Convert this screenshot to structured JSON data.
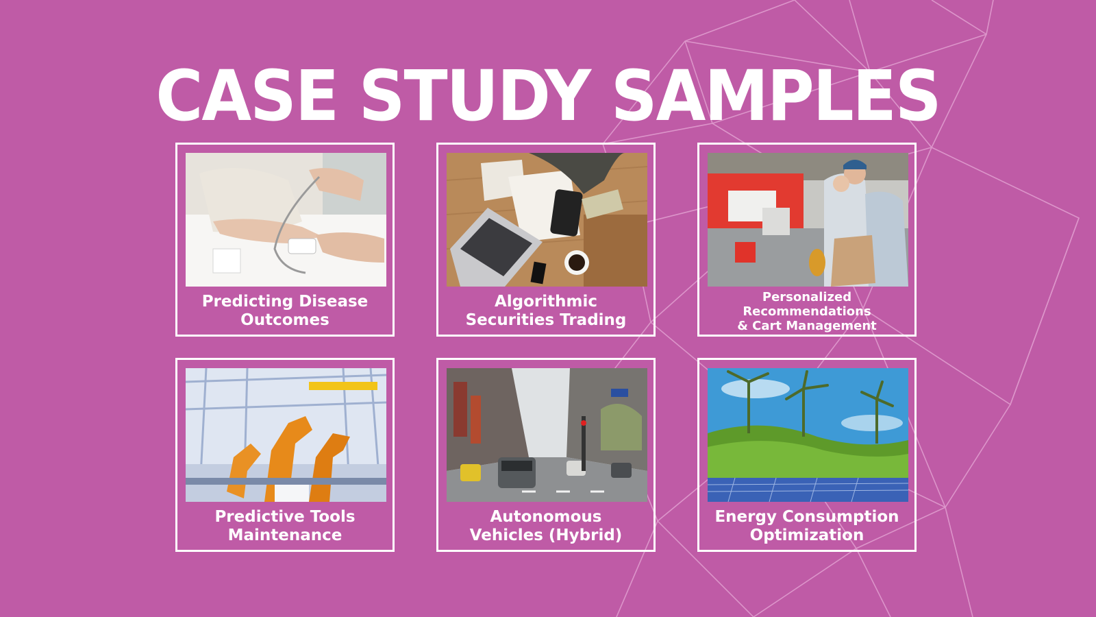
{
  "slide": {
    "title": "CASE STUDY SAMPLES",
    "background_color": "#bf5ba6",
    "cards": [
      {
        "line1": "Predicting Disease",
        "line2": "Outcomes",
        "line3": "",
        "image": "blood-pressure-check-photo"
      },
      {
        "line1": "Algorithmic",
        "line2": "Securities Trading",
        "line3": "",
        "image": "laptop-phone-money-desk-photo"
      },
      {
        "line1": "Personalized",
        "line2": "Recommendations",
        "line3": "& Cart Management",
        "image": "checkout-counter-shoppers-photo"
      },
      {
        "line1": "Predictive Tools",
        "line2": "Maintenance",
        "line3": "",
        "image": "robotic-assembly-line-photo"
      },
      {
        "line1": "Autonomous",
        "line2": "Vehicles (Hybrid)",
        "line3": "",
        "image": "city-street-traffic-photo"
      },
      {
        "line1": "Energy Consumption",
        "line2": "Optimization",
        "line3": "",
        "image": "wind-turbines-solar-panels-photo"
      }
    ]
  }
}
